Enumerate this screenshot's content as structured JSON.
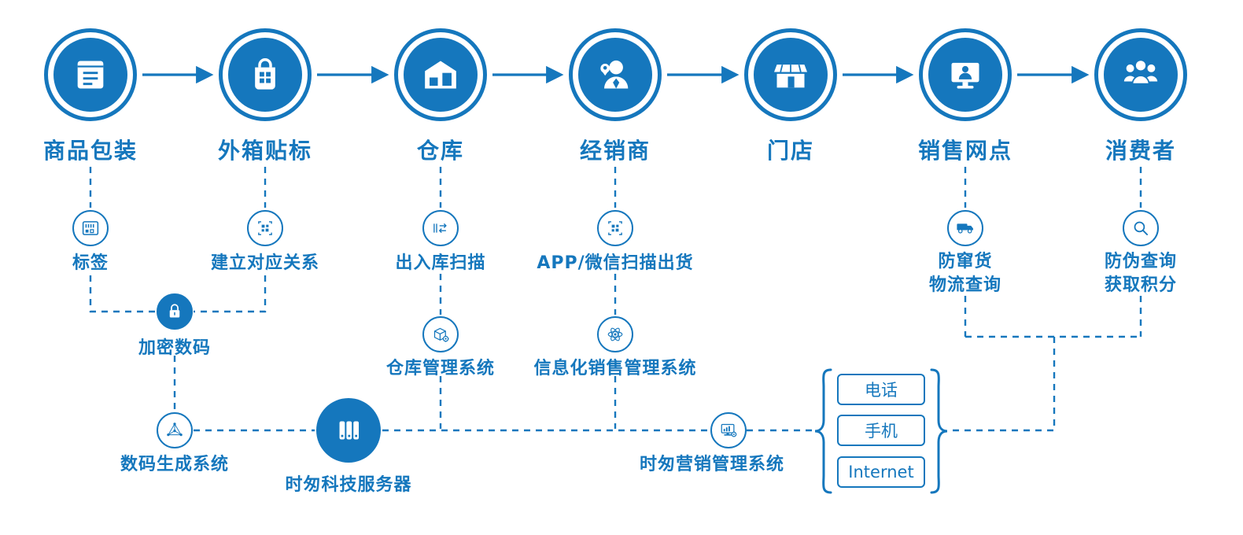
{
  "colors": {
    "primary": "#1577bd"
  },
  "flow": {
    "nodes": [
      {
        "label": "商品包装",
        "icon": "package-icon"
      },
      {
        "label": "外箱贴标",
        "icon": "labeling-icon"
      },
      {
        "label": "仓库",
        "icon": "warehouse-icon"
      },
      {
        "label": "经销商",
        "icon": "distributor-icon"
      },
      {
        "label": "门店",
        "icon": "store-icon"
      },
      {
        "label": "销售网点",
        "icon": "sales-outlet-icon"
      },
      {
        "label": "消费者",
        "icon": "consumers-icon"
      }
    ]
  },
  "sub": {
    "tag": {
      "label": "标签",
      "icon": "barcode-tag-icon"
    },
    "mapping": {
      "label": "建立对应关系",
      "icon": "qr-scan-icon"
    },
    "scan_io": {
      "label": "出入库扫描",
      "icon": "scan-in-out-icon"
    },
    "app_scan": {
      "label": "APP/微信扫描出货",
      "icon": "qr-scan-icon"
    },
    "anti_diversion": {
      "line1": "防窜货",
      "line2": "物流查询",
      "icon": "truck-icon"
    },
    "anti_fake": {
      "line1": "防伪查询",
      "line2": "获取积分",
      "icon": "search-icon"
    },
    "encrypt": {
      "label": "加密数码",
      "icon": "lock-icon"
    },
    "code_gen": {
      "label": "数码生成系统",
      "icon": "network-icon"
    },
    "server": {
      "label": "时匆科技服务器",
      "icon": "server-icon"
    },
    "wms": {
      "label": "仓库管理系统",
      "icon": "box-gear-icon"
    },
    "sales_sys": {
      "label": "信息化销售管理系统",
      "icon": "atom-icon"
    },
    "marketing": {
      "label": "时匆营销管理系统",
      "icon": "chart-gear-icon"
    },
    "channels": [
      "电话",
      "手机",
      "Internet"
    ]
  }
}
